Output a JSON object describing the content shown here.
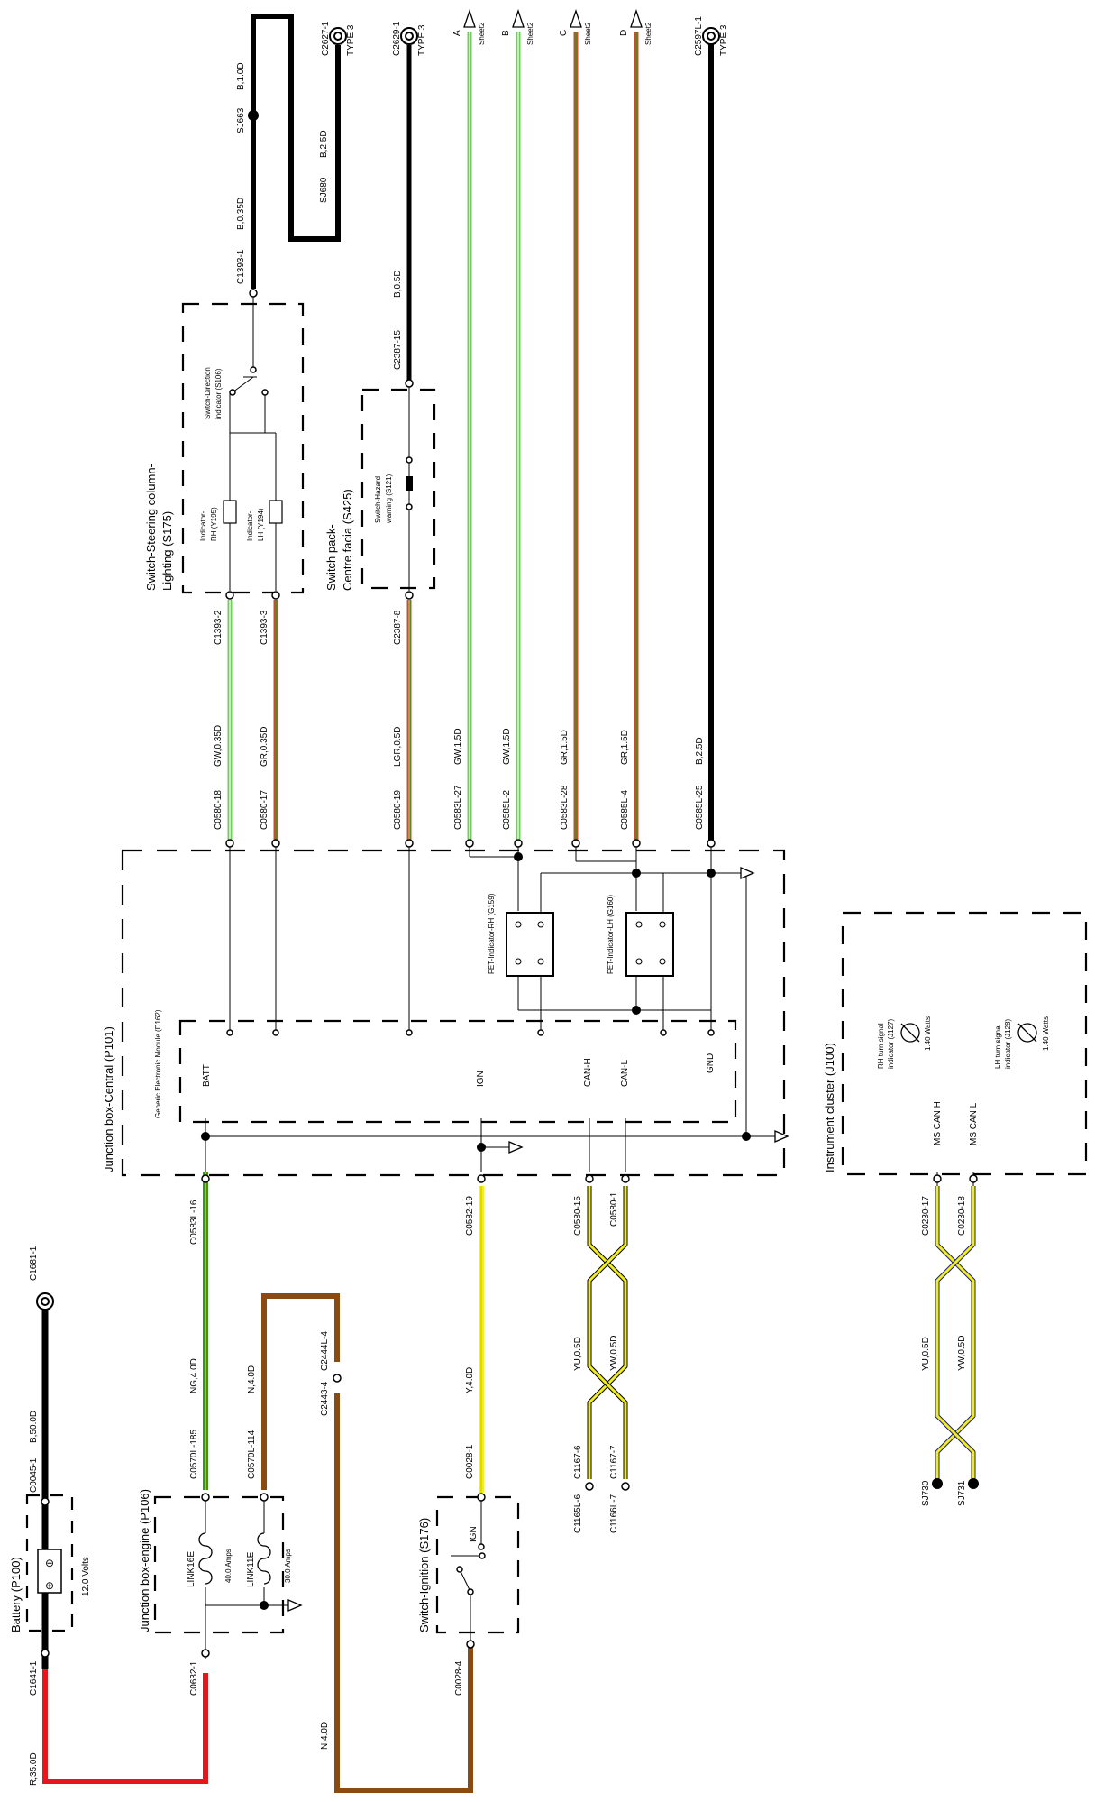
{
  "colors": {
    "black": "#000000",
    "green": "#2e9b1f",
    "yellow": "#f2ee1c",
    "red": "#e8161b",
    "brown": "#8a4b12",
    "lightgreen": "#6fcf5a",
    "redbrown": "#c0532e",
    "navy": "#1b1f7a"
  },
  "components": {
    "battery": "Battery (P100)",
    "battery_volts": "12.0 Volts",
    "junction_engine": "Junction box-engine (P106)",
    "link16e": "LINK16E",
    "link16e_amps": "40.0 Amps",
    "link11e": "LINK11E",
    "link11e_amps": "30.0 Amps",
    "ignition_switch": "Switch-Ignition (S176)",
    "ign_label": "IGN",
    "junction_central": "Junction box-Central (P101)",
    "gem": "Generic Electronic Module (D162)",
    "batt": "BATT",
    "ign": "IGN",
    "can_h": "CAN-H",
    "can_l": "CAN-L",
    "gnd": "GND",
    "fet_rh": "FET-Indicator-RH (G159)",
    "fet_lh": "FET-Indicator-LH (G160)",
    "steering_switch_1": "Switch-Steering column-",
    "steering_switch_2": "Lighting (S175)",
    "direction_switch_1": "Switch-Direction",
    "direction_switch_2": "indicator (S106)",
    "ind_rh_1": "Indicator-",
    "ind_rh_2": "RH (Y195)",
    "ind_lh_1": "Indicator-",
    "ind_lh_2": "LH (Y194)",
    "switch_pack_1": "Switch pack-",
    "switch_pack_2": "Centre facia (S425)",
    "hazard_1": "Switch-Hazard",
    "hazard_2": "warning (S121)",
    "cluster": "Instrument cluster (J100)",
    "rh_turn_1": "RH turn signal",
    "rh_turn_2": "indicator (J127)",
    "lh_turn_1": "LH turn signal",
    "lh_turn_2": "indicator (J128)",
    "watts_rh": "1.40 Watts",
    "watts_lh": "1.40 Watts",
    "ms_can_h": "MS CAN H",
    "ms_can_l": "MS CAN L"
  },
  "connectors": {
    "c1681_1": "C1681-1",
    "c0045_1": "C0045-1",
    "c1641_1": "C1641-1",
    "c0632_1": "C0632-1",
    "c0570l_185": "C0570L-185",
    "c0570l_114": "C0570L-114",
    "c2443_4": "C2443-4",
    "c2444l_4": "C2444L-4",
    "c0583l_16": "C0583L-16",
    "c0582_19": "C0582-19",
    "c0028_1": "C0028-1",
    "c0028_4": "C0028-4",
    "c0580_15": "C0580-15",
    "c0580_1": "C0580-1",
    "c1165l_6": "C1165L-6",
    "c1167_6": "C1167-6",
    "c1166l_7": "C1166L-7",
    "c1167_7": "C1167-7",
    "c0230_17": "C0230-17",
    "c0230_18": "C0230-18",
    "sj730": "SJ730",
    "sj731": "SJ731",
    "c0580_18": "C0580-18",
    "c0580_17": "C0580-17",
    "c0580_19": "C0580-19",
    "c0583l_27": "C0583L-27",
    "c0585l_2": "C0585L-2",
    "c0583l_28": "C0583L-28",
    "c0585l_4": "C0585L-4",
    "c0585l_25": "C0585L-25",
    "c1393_1": "C1393-1",
    "c1393_2": "C1393-2",
    "c1393_3": "C1393-3",
    "c2387_15": "C2387-15",
    "c2387_8": "C2387-8",
    "sj663": "SJ663",
    "sj680": "SJ680",
    "c2627_1": "C2627-1",
    "c2629_1": "C2629-1",
    "c2597l_1": "C2597L-1",
    "type3_a": "TYPE 3",
    "type3_b": "TYPE 3",
    "type3_c": "TYPE 3"
  },
  "wires": {
    "b_50": "B,50.0D",
    "r_35": "R,35.0D",
    "ng_4": "NG,4.0D",
    "n_4_top": "N,4.0D",
    "n_4_bottom": "N,4.0D",
    "y_4": "Y,4.0D",
    "yu_1": "YU,0.5D",
    "yw_1": "YW,0.5D",
    "yu_2": "YU,0.5D",
    "yw_2": "YW,0.5D",
    "gw_035": "GW,0.35D",
    "gr_035": "GR,0.35D",
    "lgr_05": "LGR,0.5D",
    "gw_15_a": "GW,1.5D",
    "gw_15_b": "GW,1.5D",
    "gr_15_c": "GR,1.5D",
    "gr_15_d": "GR,1.5D",
    "b_25_e": "B,2.5D",
    "b_035": "B,0.35D",
    "b_10": "B,1.0D",
    "b_25_top": "B,2.5D",
    "b_05": "B,0.5D"
  },
  "offsheet": {
    "a": "A",
    "b": "B",
    "c": "C",
    "d": "D",
    "sheet_a": "Sheet2",
    "sheet_b": "Sheet2",
    "sheet_c": "Sheet2",
    "sheet_d": "Sheet2"
  }
}
